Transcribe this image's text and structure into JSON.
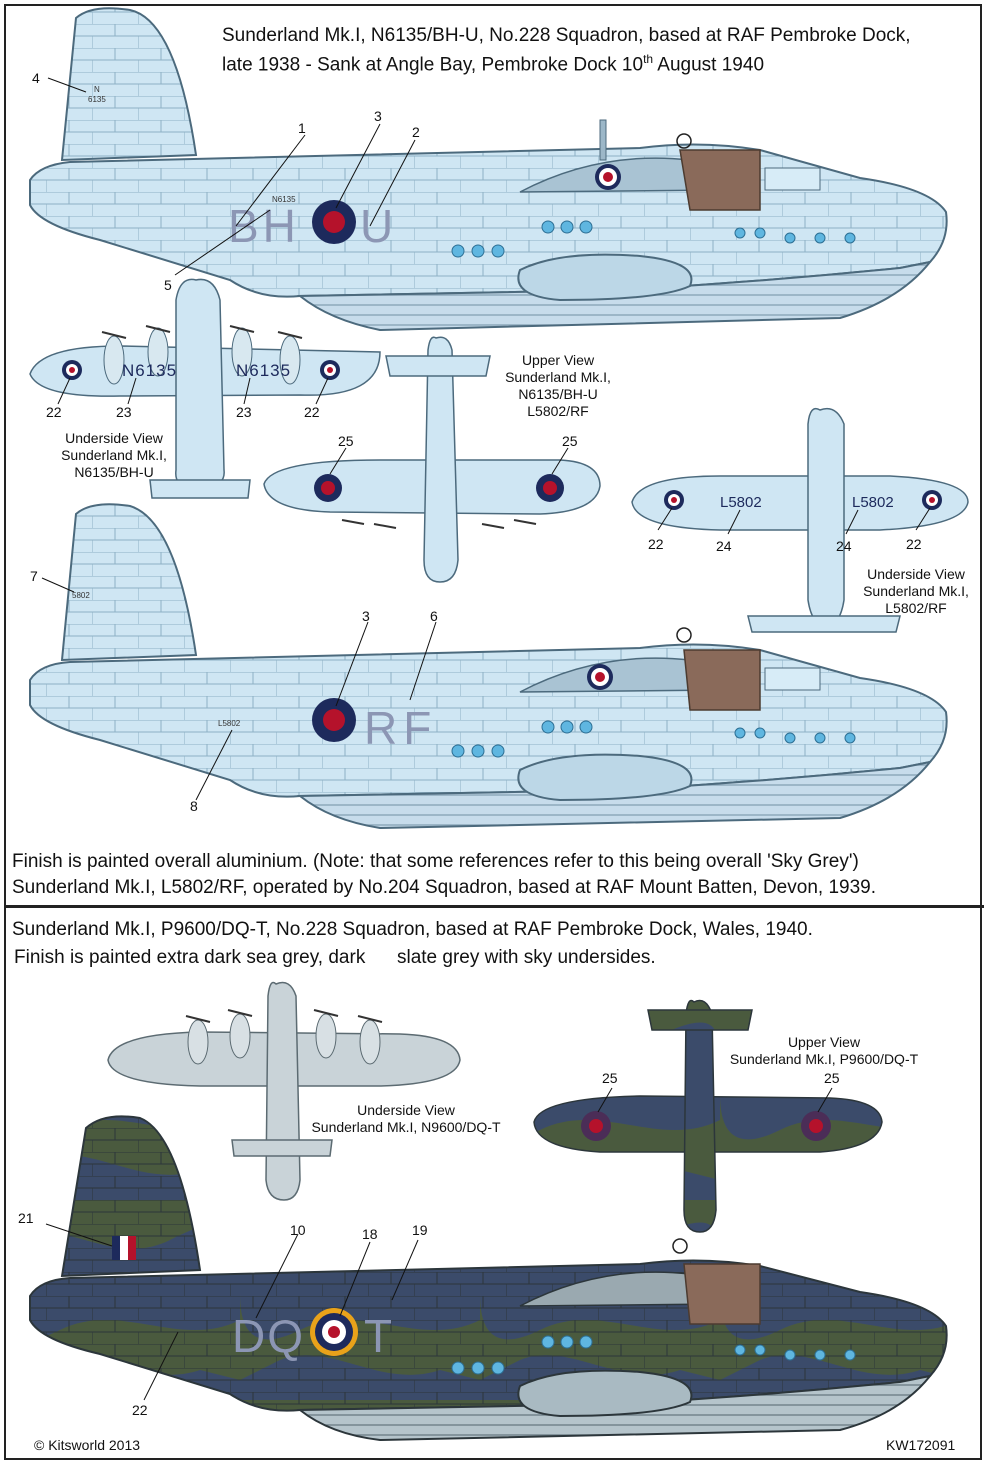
{
  "header": {
    "line1": "Sunderland Mk.I, N6135/BH-U, No.228 Squadron, based at RAF Pembroke Dock,",
    "line2a": "late 1938 -  Sank at Angle Bay, Pembroke Dock 10",
    "line2sup": "th",
    "line2b": " August 1940"
  },
  "aircraft1": {
    "codes": "BH",
    "code_u": "U",
    "serial_small": "N6135",
    "tail_serial_a": "N",
    "tail_serial_b": "6135"
  },
  "aircraft2": {
    "codes": "RF",
    "serial_small": "L5802",
    "tail_serial": "5802"
  },
  "aircraft3": {
    "codes_left": "DQ",
    "code_right": "T"
  },
  "views": {
    "underside1": [
      "Underside View",
      "Sunderland Mk.I,",
      "N6135/BH-U"
    ],
    "upper1": [
      "Upper View",
      "Sunderland Mk.I,",
      "N6135/BH-U",
      "L5802/RF"
    ],
    "underside2": [
      "Underside View",
      "Sunderland Mk.I,",
      "L5802/RF"
    ],
    "underside3": [
      "Underside View",
      "Sunderland Mk.I, N9600/DQ-T"
    ],
    "upper3": [
      "Upper View",
      "Sunderland Mk.I, P9600/DQ-T"
    ]
  },
  "wing_serials": {
    "n6135_left": "N6135",
    "n6135_right": "N6135",
    "l5802_left": "L5802",
    "l5802_right": "L5802"
  },
  "callouts": {
    "c1": "1",
    "c2": "2",
    "c3a": "3",
    "c4": "4",
    "c5": "5",
    "c22a": "22",
    "c23a": "23",
    "c23b": "23",
    "c22b": "22",
    "c25a": "25",
    "c25b": "25",
    "c22c": "22",
    "c24a": "24",
    "c24b": "24",
    "c22d": "22",
    "c7": "7",
    "c3b": "3",
    "c6": "6",
    "c8": "8",
    "c25c": "25",
    "c25d": "25",
    "c21": "21",
    "c10": "10",
    "c18": "18",
    "c19": "19",
    "c22e": "22"
  },
  "finish1": {
    "line1": "Finish is painted overall aluminium. (Note: that some references refer to this being overall 'Sky Grey')",
    "line2": "Sunderland Mk.I, L5802/RF, operated by No.204 Squadron, based at RAF Mount Batten, Devon, 1939."
  },
  "section2": {
    "line1": "Sunderland Mk.I, P9600/DQ-T, No.228 Squadron, based at RAF Pembroke Dock, Wales, 1940.",
    "line2": "Finish is painted extra dark sea grey, dark      slate grey with sky undersides."
  },
  "footer": {
    "copyright": "© Kitsworld 2013",
    "code": "KW172091"
  },
  "colors": {
    "aluminium": "#cfe6f3",
    "hull_line": "#6f8fa3",
    "roundel_red": "#b5122b",
    "roundel_blue": "#1d2a5c",
    "sea_grey": "#48565e",
    "slate_grey": "#4d5a3f",
    "sky": "#b8c9d0",
    "code_grey": "#8c96b4",
    "yellow": "#e9a21a"
  }
}
